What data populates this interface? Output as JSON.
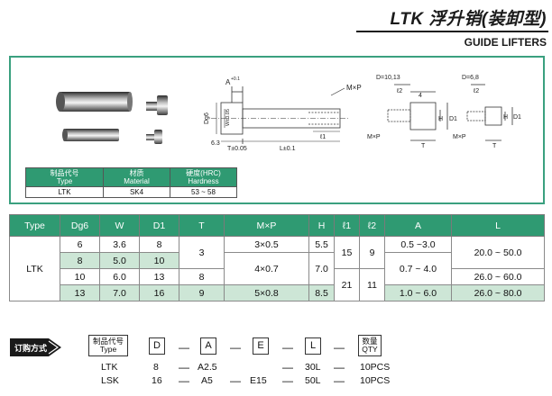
{
  "header": {
    "title": "LTK 浮升销(装卸型)",
    "subtitle": "GUIDE LIFTERS"
  },
  "drawing": {
    "dim_A": "A",
    "dim_tol": "+0.1\n0",
    "dim_MxP": "M×P",
    "dim_Dg6": "Dg6",
    "dim_W": "W±0.05",
    "dim_63": "6.3",
    "dim_T": "T±0.05",
    "dim_L": "L±0.1",
    "dim_l1": "ℓ1",
    "view1_label": "D=10,13",
    "view2_label": "D=6,8",
    "dim_l2": "ℓ2",
    "dim_4": "4",
    "dim_H": "H",
    "dim_D1": "D1",
    "dim_T2": "T",
    "dim_MxP2": "M×P",
    "dim_MxP3": "M×P",
    "dim_l2b": "ℓ2",
    "dim_H2": "H",
    "dim_D1b": "D1",
    "dim_T3": "T"
  },
  "material_table": {
    "headers": [
      {
        "cn": "制品代号",
        "en": "Type"
      },
      {
        "cn": "材质",
        "en": "Material"
      },
      {
        "cn": "硬度(HRC)",
        "en": "Hardness"
      }
    ],
    "row": [
      "LTK",
      "SK4",
      "53 ~ 58"
    ]
  },
  "spec_table": {
    "headers": [
      "Type",
      "Dg6",
      "W",
      "D1",
      "T",
      "M×P",
      "H",
      "ℓ1",
      "ℓ2",
      "A",
      "L"
    ],
    "type": "LTK",
    "rows": [
      {
        "dg6": "6",
        "w": "3.6",
        "d1": "8"
      },
      {
        "dg6": "8",
        "w": "5.0",
        "d1": "10"
      },
      {
        "dg6": "10",
        "w": "6.0",
        "d1": "13"
      },
      {
        "dg6": "13",
        "w": "7.0",
        "d1": "16"
      }
    ],
    "t_values": [
      "3",
      "8",
      "9"
    ],
    "mxp_values": [
      "3×0.5",
      "4×0.7",
      "5×0.8"
    ],
    "h_values": [
      "5.5",
      "7.0",
      "8.5"
    ],
    "l1_values": [
      "15",
      "21"
    ],
    "l2_values": [
      "9",
      "11"
    ],
    "a_values": [
      "0.5 ~3.0",
      "0.7 ~ 4.0",
      "1.0 ~ 6.0"
    ],
    "l_values": [
      "20.0 ~ 50.0",
      "26.0 ~ 60.0",
      "26.0 ~ 80.0"
    ]
  },
  "ordering": {
    "badge": "订购方式",
    "fields": [
      {
        "label": "制品代号",
        "sub": "Type"
      },
      {
        "label": "D"
      },
      {
        "label": "A"
      },
      {
        "label": "E"
      },
      {
        "label": "L"
      },
      {
        "label": "数量",
        "sub": "QTY"
      }
    ],
    "dash": "—",
    "examples": [
      [
        "LTK",
        "8",
        "A2.5",
        "",
        "30L",
        "10PCS"
      ],
      [
        "LSK",
        "16",
        "A5",
        "E15",
        "50L",
        "10PCS"
      ]
    ]
  },
  "colors": {
    "accent": "#2f9a72",
    "highlight": "#cde6d6",
    "border": "#3aa07f"
  }
}
